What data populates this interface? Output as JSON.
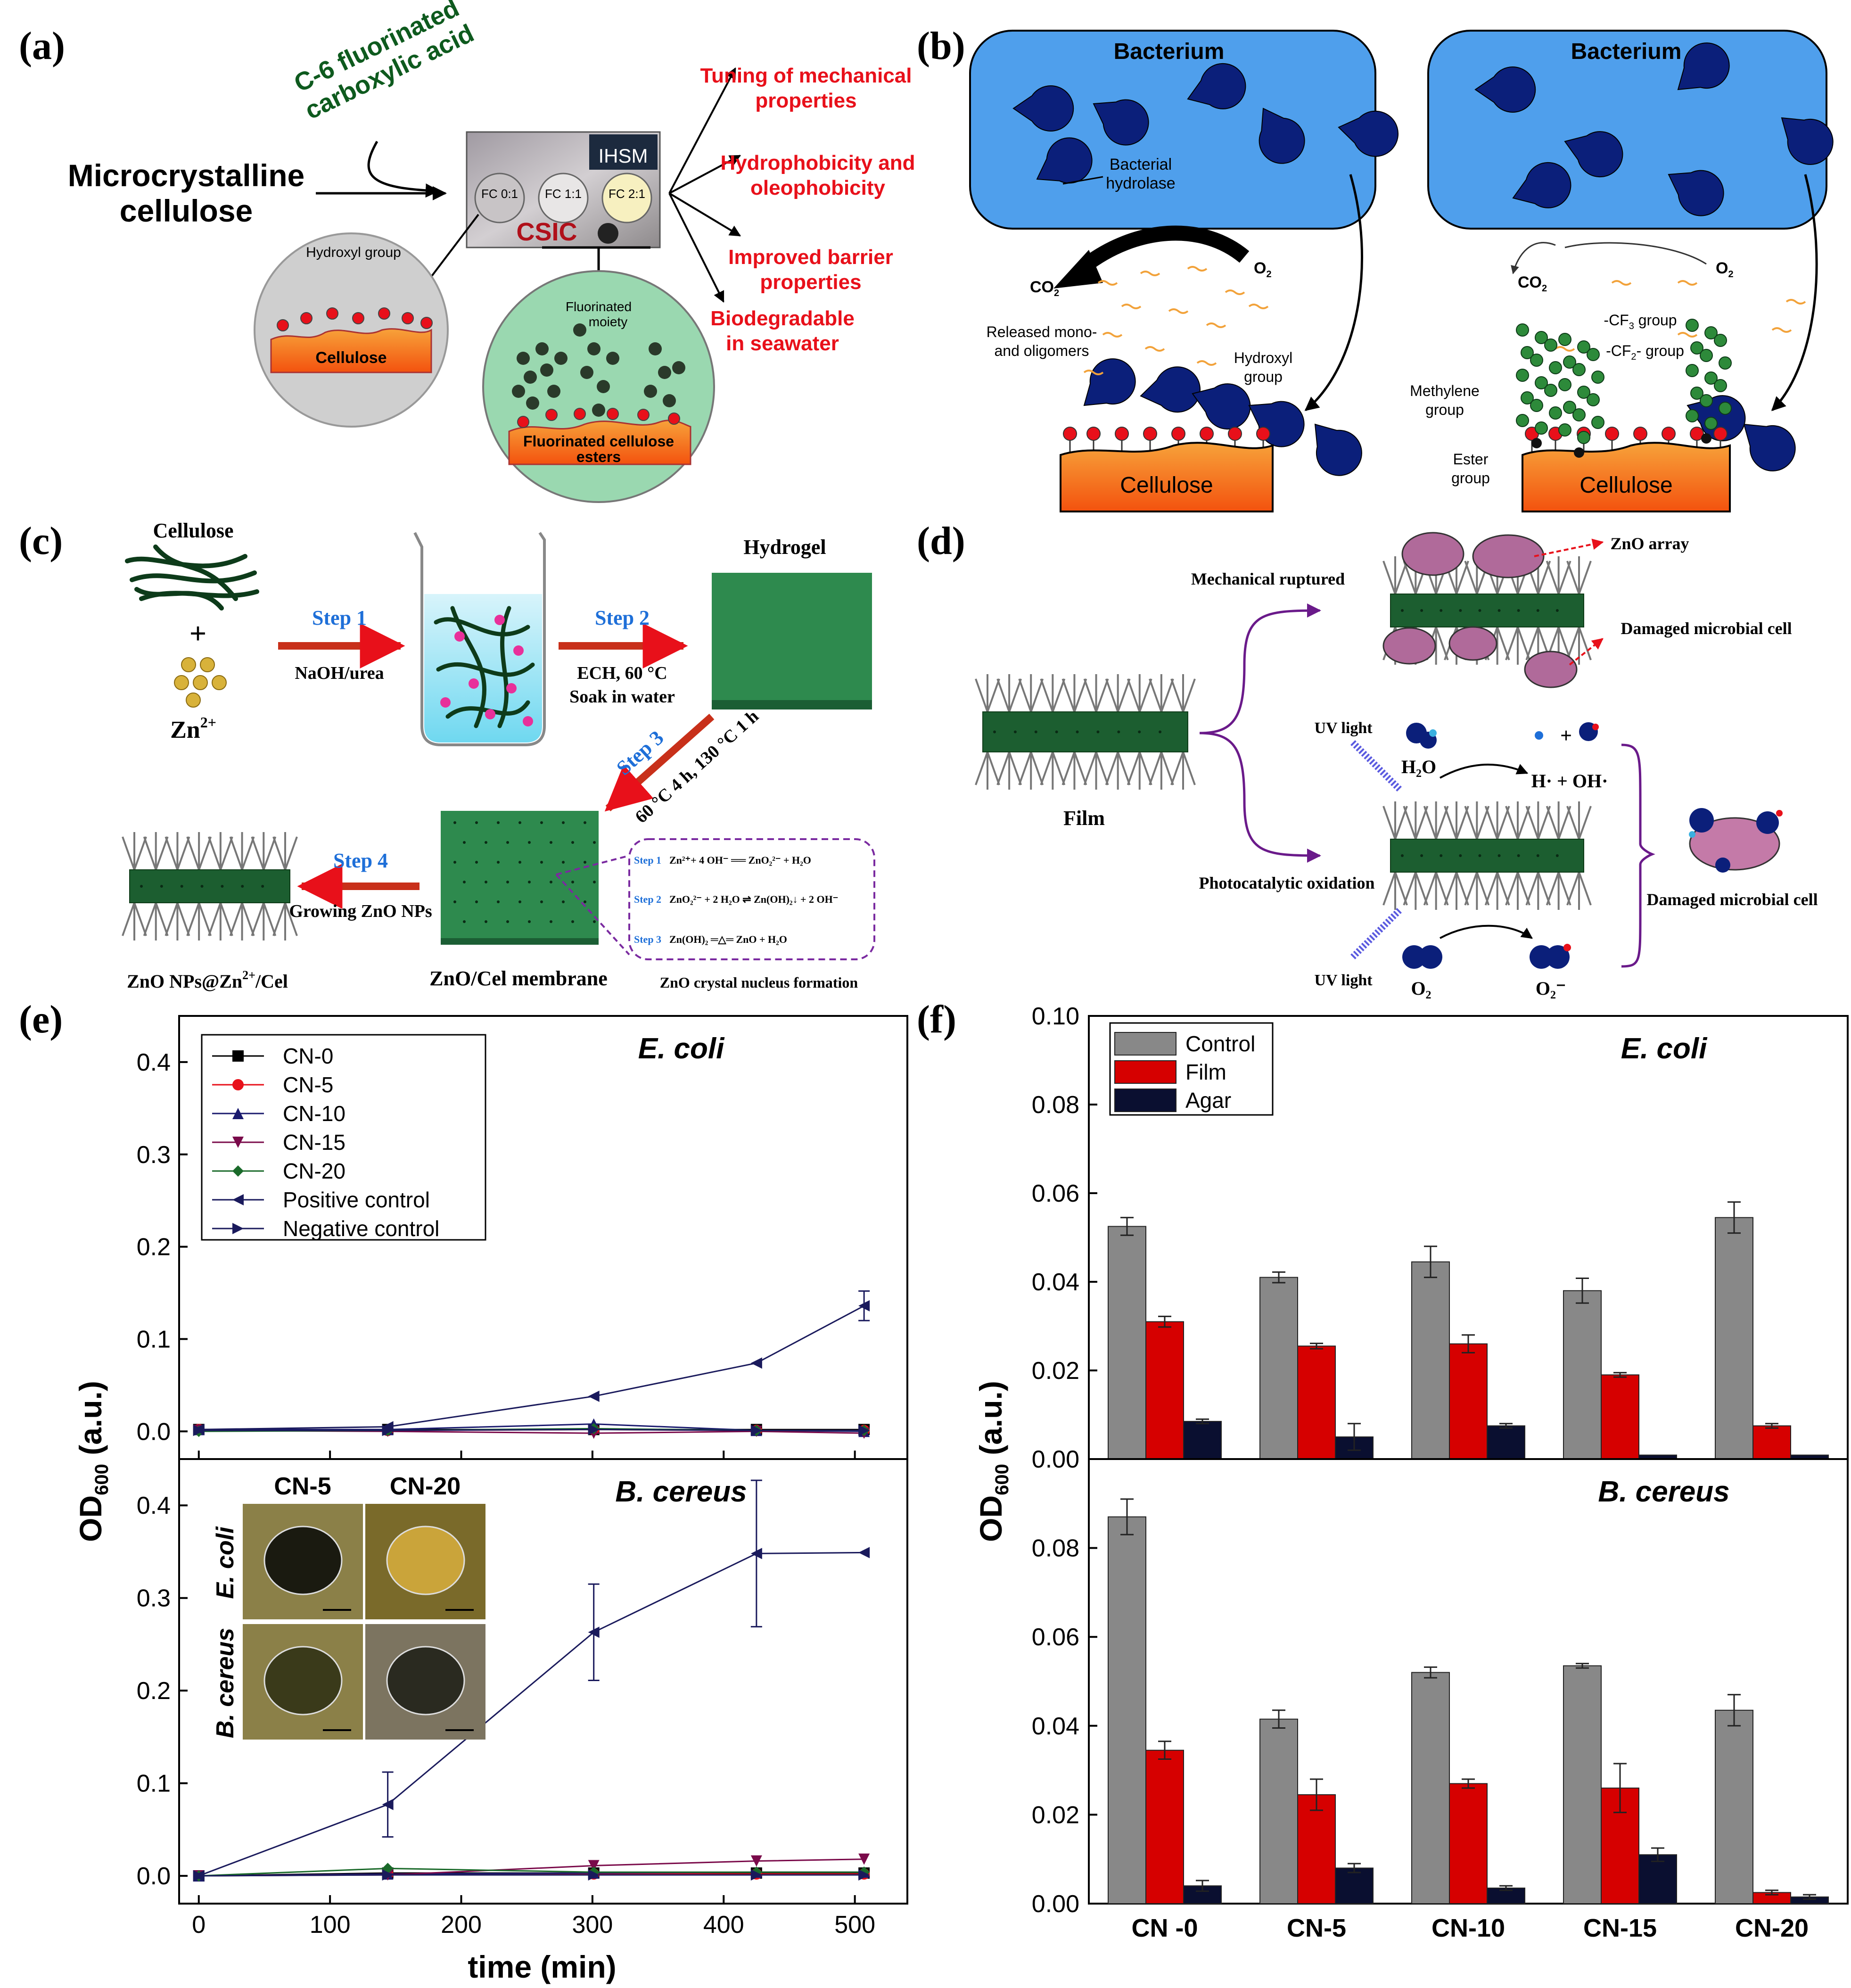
{
  "colors": {
    "red_label": "#e8101a",
    "green_label": "#0e5a1e",
    "bacterium_blue": "#4f9fec",
    "pacman_navy": "#0b1f7a",
    "cellulose_orange": "#f86d1a",
    "membrane_green": "#1c5e30",
    "control_gray": "#888888",
    "film_red": "#d60000",
    "agar_navy": "#0a0f30",
    "line_navy": "#1a1a5c"
  },
  "panel_a": {
    "label": "(a)",
    "acid_text_1": "C-6 fluorinated",
    "acid_text_2": "carboxylic acid",
    "input_1": "Microcrystalline",
    "input_2": "cellulose",
    "photo_tags": [
      "FC 0:1",
      "FC 1:1",
      "FC 2:1"
    ],
    "photo_logo_1": "CSIC",
    "photo_logo_2": "IHSM",
    "hydroxyl_label": "Hydroxyl group",
    "cellulose_label": "Cellulose",
    "fluorinated_label_1": "Fluorinated",
    "fluorinated_label_2": "moiety",
    "ester_label_1": "Fluorinated cellulose",
    "ester_label_2": "esters",
    "outcomes": [
      [
        "Tuning of mechanical",
        "properties"
      ],
      [
        "Hydrophobicity and",
        "oleophobicity"
      ],
      [
        "Improved barrier",
        "properties"
      ],
      [
        "Biodegradable",
        "in seawater"
      ]
    ]
  },
  "panel_b": {
    "label": "(b)",
    "bacterium": "Bacterium",
    "hydrolase_1": "Bacterial",
    "hydrolase_2": "hydrolase",
    "co2": "CO",
    "o2": "O",
    "released_1": "Released mono-",
    "released_2": "and oligomers",
    "hydroxyl_1": "Hydroxyl",
    "hydroxyl_2": "group",
    "cellulose": "Cellulose",
    "cf3": "-CF",
    "cf3_tail": " group",
    "cf2": "-CF",
    "cf2_tail": "- group",
    "methylene_1": "Methylene",
    "methylene_2": "group",
    "ester_1": "Ester",
    "ester_2": "group"
  },
  "panel_c": {
    "label": "(c)",
    "cellulose": "Cellulose",
    "plus": "+",
    "zn": "Zn",
    "zn_sup": "2+",
    "step1": "Step 1",
    "step1_cond": "NaOH/urea",
    "step2": "Step 2",
    "step2_cond_1": "ECH, 60 °C",
    "step2_cond_2": "Soak in water",
    "hydrogel": "Hydrogel",
    "step3": "Step 3",
    "step3_cond": "60 °C 4 h, 130 °C 1 h",
    "step4": "Step 4",
    "step4_cond": "Growing ZnO NPs",
    "membrane": "ZnO/Cel membrane",
    "product": "ZnO NPs@Zn",
    "product_sup": "2+",
    "product_tail": "/Cel",
    "nucleus": "ZnO crystal nucleus formation",
    "box_step1": "Step 1",
    "box_eq1": "Zn²⁺+ 4 OH⁻ ══ ZnO₂²⁻ + H₂O",
    "box_step2": "Step 2",
    "box_eq2": "ZnO₂²⁻ + 2 H₂O ⇌ Zn(OH)₂↓ + 2 OH⁻",
    "box_step3": "Step 3",
    "box_eq3": "Zn(OH)₂ ═△═ ZnO + H₂O"
  },
  "panel_d": {
    "label": "(d)",
    "film": "Film",
    "mechanical": "Mechanical ruptured",
    "photocatalytic": "Photocatalytic oxidation",
    "zno_array": "ZnO array",
    "damaged_1": "Damaged microbial cell",
    "damaged_2": "Damaged microbial cell",
    "uv_1": "UV light",
    "uv_2": "UV light",
    "h2o": "H₂O",
    "h_oh": "H· + OH·",
    "o2": "O₂",
    "o2_minus": "O₂⁻"
  },
  "chart_data": [
    {
      "panel": "(e)",
      "type": "line",
      "xlabel": "time (min)",
      "ylabel": "OD600 (a.u.)",
      "xlim": [
        -15,
        540
      ],
      "x_ticks": [
        0,
        100,
        200,
        300,
        400,
        500
      ],
      "x": [
        0,
        144,
        301,
        425,
        507
      ],
      "legend": [
        "CN-0",
        "CN-5",
        "CN-10",
        "CN-15",
        "CN-20",
        "Positive control",
        "Negative control"
      ],
      "legend_position": "top-left",
      "subplots": [
        {
          "title": "E. coli",
          "ylim": [
            -0.03,
            0.45
          ],
          "y_ticks": [
            0.0,
            0.1,
            0.2,
            0.3,
            0.4
          ],
          "series": [
            {
              "name": "CN-0",
              "values": [
                0.002,
                0.002,
                0.002,
                0.002,
                0.002
              ]
            },
            {
              "name": "CN-5",
              "values": [
                0.002,
                0.001,
                0.002,
                0.001,
                0.001
              ]
            },
            {
              "name": "CN-10",
              "values": [
                0.002,
                0.002,
                0.008,
                0.001,
                0.0
              ]
            },
            {
              "name": "CN-15",
              "values": [
                0.001,
                0.0,
                -0.002,
                0.0,
                -0.002
              ]
            },
            {
              "name": "CN-20",
              "values": [
                0.0,
                0.001,
                0.003,
                0.001,
                0.001
              ]
            },
            {
              "name": "Positive control",
              "values": [
                0.002,
                0.005,
                0.038,
                0.074,
                0.136
              ],
              "errors": [
                0.003,
                0.003,
                0.003,
                0.002,
                0.016
              ]
            },
            {
              "name": "Negative control",
              "values": [
                0.001,
                0.001,
                0.002,
                0.001,
                0.001
              ]
            }
          ]
        },
        {
          "title": "B. cereus",
          "ylim": [
            -0.03,
            0.45
          ],
          "y_ticks": [
            0.0,
            0.1,
            0.2,
            0.3,
            0.4
          ],
          "inset_col_labels": [
            "CN-5",
            "CN-20"
          ],
          "inset_row_labels": [
            "E. coli",
            "B. cereus"
          ],
          "series": [
            {
              "name": "CN-0",
              "values": [
                0.0,
                0.003,
                0.003,
                0.003,
                0.003
              ]
            },
            {
              "name": "CN-5",
              "values": [
                0.0,
                0.002,
                0.002,
                0.002,
                0.002
              ]
            },
            {
              "name": "CN-10",
              "values": [
                0.0,
                0.002,
                0.003,
                0.004,
                0.004
              ]
            },
            {
              "name": "CN-15",
              "values": [
                0.0,
                0.001,
                0.011,
                0.016,
                0.018
              ]
            },
            {
              "name": "CN-20",
              "values": [
                0.0,
                0.008,
                0.004,
                0.004,
                0.004
              ]
            },
            {
              "name": "Positive control",
              "values": [
                0.0,
                0.077,
                0.263,
                0.348,
                0.349
              ],
              "errors": [
                0.003,
                0.035,
                0.052,
                0.079,
                0.002
              ]
            },
            {
              "name": "Negative control",
              "values": [
                0.0,
                0.001,
                0.001,
                0.001,
                0.001
              ]
            }
          ]
        }
      ]
    },
    {
      "panel": "(f)",
      "type": "bar",
      "ylabel": "OD600 (a.u.)",
      "categories": [
        "CN -0",
        "CN-5",
        "CN-10",
        "CN-15",
        "CN-20"
      ],
      "legend": [
        "Control",
        "Film",
        "Agar"
      ],
      "legend_position": "top-left",
      "subplots": [
        {
          "title": "E. coli",
          "ylim": [
            0,
            0.1
          ],
          "y_ticks": [
            0.0,
            0.02,
            0.04,
            0.06,
            0.08,
            0.1
          ],
          "series": [
            {
              "name": "Control",
              "values": [
                0.0525,
                0.041,
                0.0445,
                0.038,
                0.0545
              ],
              "errors": [
                0.002,
                0.0012,
                0.0035,
                0.0028,
                0.0035
              ]
            },
            {
              "name": "Film",
              "values": [
                0.031,
                0.0255,
                0.026,
                0.019,
                0.0075
              ],
              "errors": [
                0.0012,
                0.0006,
                0.002,
                0.0005,
                0.0005
              ]
            },
            {
              "name": "Agar",
              "values": [
                0.0085,
                0.005,
                0.0075,
                0.0009,
                0.0009
              ],
              "errors": [
                0.0005,
                0.003,
                0.0005,
                0.0,
                0.0
              ]
            }
          ]
        },
        {
          "title": "B. cereus",
          "ylim": [
            0,
            0.1
          ],
          "y_ticks": [
            0.0,
            0.02,
            0.04,
            0.06,
            0.08
          ],
          "series": [
            {
              "name": "Control",
              "values": [
                0.087,
                0.0415,
                0.052,
                0.0535,
                0.0435
              ],
              "errors": [
                0.004,
                0.002,
                0.0012,
                0.0005,
                0.0035
              ]
            },
            {
              "name": "Film",
              "values": [
                0.0345,
                0.0245,
                0.027,
                0.026,
                0.0025
              ],
              "errors": [
                0.002,
                0.0035,
                0.001,
                0.0055,
                0.0005
              ]
            },
            {
              "name": "Agar",
              "values": [
                0.004,
                0.008,
                0.0035,
                0.011,
                0.0015
              ],
              "errors": [
                0.0012,
                0.001,
                0.0005,
                0.0015,
                0.0005
              ]
            }
          ]
        }
      ]
    }
  ]
}
